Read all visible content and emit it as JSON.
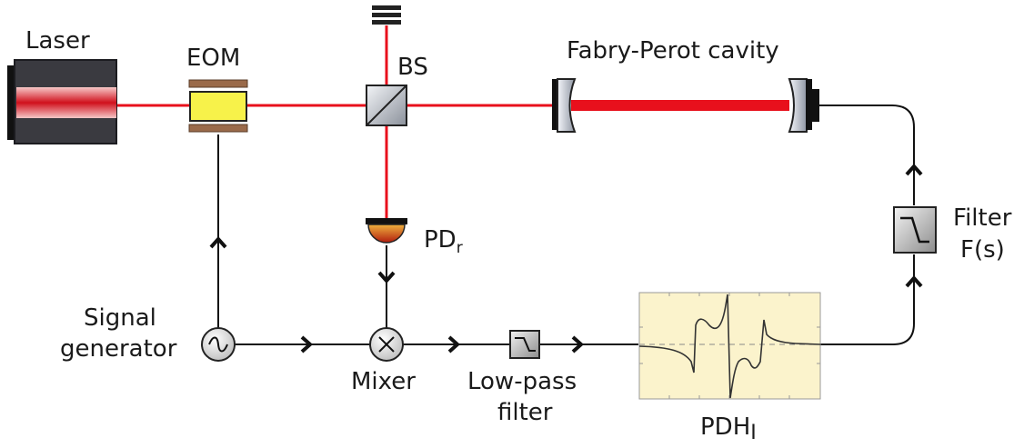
{
  "labels": {
    "laser": "Laser",
    "eom": "EOM",
    "bs": "BS",
    "cavity": "Fabry-Perot cavity",
    "pd_main": "PD",
    "pd_sub": "r",
    "filter_line1": "Filter",
    "filter_line2": "F(s)",
    "signal_line1": "Signal",
    "signal_line2": "generator",
    "mixer": "Mixer",
    "lowpass_line1": "Low-pass",
    "lowpass_line2": "filter",
    "pdh_main": "PDH",
    "pdh_sub": "I"
  },
  "colors": {
    "beam": "#e8101c",
    "wire": "#111111",
    "laser_body": "#3a3a40",
    "eom_crystal": "#f7f24a",
    "eom_plate": "#9a6a4a",
    "mirror": "#c9cdd6",
    "scope_bg": "#fbf3cc",
    "pd_top": "#e8a23a",
    "pd_bottom": "#b8200f"
  },
  "icons": {
    "laser": "laser-icon",
    "eom": "eom-icon",
    "beam_splitter": "beam-splitter-icon",
    "mirror": "cavity-mirror-icon",
    "photodiode": "photodiode-icon",
    "beam_dump": "beam-dump-icon",
    "signal_generator": "sine-source-icon",
    "mixer": "mixer-icon",
    "filter": "filter-icon",
    "scope": "error-signal-scope-icon"
  }
}
